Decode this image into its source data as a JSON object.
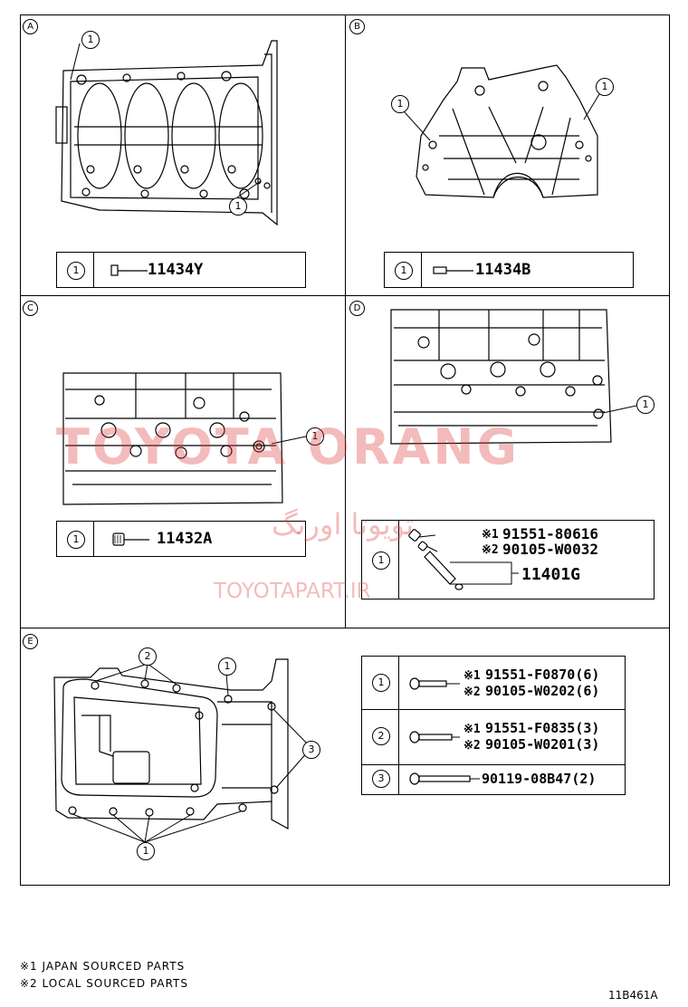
{
  "panels": {
    "A": {
      "letter": "A",
      "callouts": [
        "1",
        "1"
      ],
      "table": {
        "no": "1",
        "part": "11434Y"
      }
    },
    "B": {
      "letter": "B",
      "callouts": [
        "1",
        "1"
      ],
      "table": {
        "no": "1",
        "part": "11434B"
      }
    },
    "C": {
      "letter": "C",
      "callouts": [
        "1"
      ],
      "table": {
        "no": "1",
        "part": "11432A"
      }
    },
    "D": {
      "letter": "D",
      "callouts": [
        "1"
      ],
      "table": {
        "no": "1",
        "jp_mark": "※1",
        "jp_part": "91551-80616",
        "local_mark": "※2",
        "local_part": "90105-W0032",
        "assy_part": "11401G"
      }
    },
    "E": {
      "letter": "E",
      "callouts": {
        "top2": "2",
        "top1": "1",
        "right3": "3",
        "bottom1": "1"
      },
      "table": [
        {
          "no": "1",
          "jp_mark": "※1",
          "jp_part": "91551-F0870(6)",
          "local_mark": "※2",
          "local_part": "90105-W0202(6)"
        },
        {
          "no": "2",
          "jp_mark": "※1",
          "jp_part": "91551-F0835(3)",
          "local_mark": "※2",
          "local_part": "90105-W0201(3)"
        },
        {
          "no": "3",
          "part": "90119-08B47(2)"
        }
      ]
    }
  },
  "watermark": {
    "brand": "TOYOTA ORANG",
    "persian": "تویوتا اورنگ",
    "site": "TOYOTAPART.IR"
  },
  "footnotes": [
    "※1 JAPAN SOURCED PARTS",
    "※2 LOCAL SOURCED PARTS"
  ],
  "figure_code": "11B461A"
}
